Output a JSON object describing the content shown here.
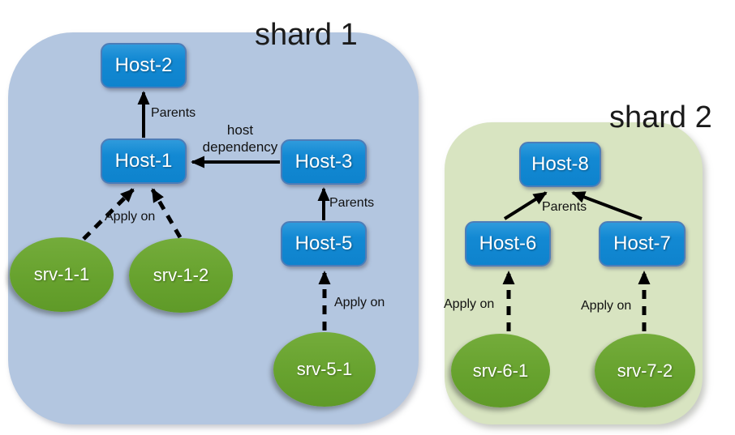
{
  "diagram_type": "monitoring-shards-host-dependency-diagram",
  "colors": {
    "shard1_bg": "#b3c6e0",
    "shard2_bg": "#d8e4c1",
    "host_fill": "#1389d3",
    "host_border": "#4d7db8",
    "service_fill": "#67a22e",
    "arrow": "#000000",
    "title_text": "#1b1b1b",
    "node_text": "#ffffff"
  },
  "shard1": {
    "title": "shard 1",
    "hosts": {
      "host1": "Host-1",
      "host2": "Host-2",
      "host3": "Host-3",
      "host5": "Host-5"
    },
    "services": {
      "srv11": "srv-1-1",
      "srv12": "srv-1-2",
      "srv51": "srv-5-1"
    },
    "edge_labels": {
      "parents_host1_host2": "Parents",
      "host_dependency_line1": "host",
      "host_dependency_line2": "dependency",
      "parents_host5_host3": "Parents",
      "apply_on_srv1": "Apply on",
      "apply_on_srv5": "Apply on"
    }
  },
  "shard2": {
    "title": "shard 2",
    "hosts": {
      "host6": "Host-6",
      "host7": "Host-7",
      "host8": "Host-8"
    },
    "services": {
      "srv61": "srv-6-1",
      "srv72": "srv-7-2"
    },
    "edge_labels": {
      "parents": "Parents",
      "apply_on_srv6": "Apply on",
      "apply_on_srv7": "Apply on"
    }
  },
  "edges": [
    {
      "from": "Host-1",
      "to": "Host-2",
      "style": "solid",
      "label": "Parents"
    },
    {
      "from": "Host-3",
      "to": "Host-1",
      "style": "solid",
      "label": "host dependency"
    },
    {
      "from": "Host-5",
      "to": "Host-3",
      "style": "solid",
      "label": "Parents"
    },
    {
      "from": "srv-1-1",
      "to": "Host-1",
      "style": "dashed",
      "label": "Apply on"
    },
    {
      "from": "srv-1-2",
      "to": "Host-1",
      "style": "dashed",
      "label": "Apply on"
    },
    {
      "from": "srv-5-1",
      "to": "Host-5",
      "style": "dashed",
      "label": "Apply on"
    },
    {
      "from": "Host-6",
      "to": "Host-8",
      "style": "solid",
      "label": "Parents"
    },
    {
      "from": "Host-7",
      "to": "Host-8",
      "style": "solid",
      "label": "Parents"
    },
    {
      "from": "srv-6-1",
      "to": "Host-6",
      "style": "dashed",
      "label": "Apply on"
    },
    {
      "from": "srv-7-2",
      "to": "Host-7",
      "style": "dashed",
      "label": "Apply on"
    }
  ]
}
